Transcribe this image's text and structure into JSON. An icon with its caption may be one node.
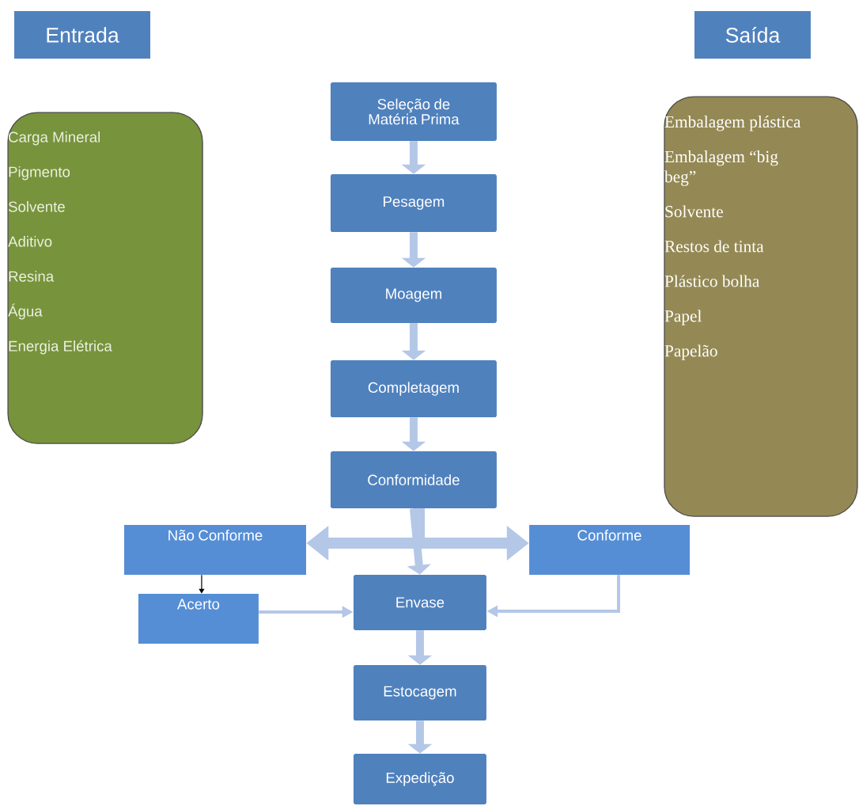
{
  "diagram": {
    "nodes": [
      {
        "text": [
          "Entrada"
        ]
      },
      {
        "text": [
          "Saída"
        ]
      },
      {
        "text": [
          "Seleção de Matéria Prima"
        ]
      },
      {
        "text": [
          "Carga Mineral",
          "Pigmento",
          "Solvente",
          "Aditivo",
          "Resina",
          "Água",
          "Energia Elétrica"
        ]
      },
      {
        "text": [
          "Embalagem plástica",
          "Embalagem “big beg”",
          "Solvente",
          "Restos de tinta",
          "Plástico bolha",
          "Papel",
          "Papelão"
        ]
      },
      {
        "text": [
          "Pesagem"
        ]
      },
      {
        "text": [
          "Moagem"
        ]
      },
      {
        "text": [
          "Completagem"
        ]
      },
      {
        "text": [
          "Conformidade"
        ]
      },
      {
        "text": [
          "Não Conforme"
        ]
      },
      {
        "text": [
          "Conforme"
        ]
      },
      {
        "text": [
          "Acerto"
        ]
      },
      {
        "text": [
          "Envase"
        ]
      },
      {
        "text": [
          "Estocagem"
        ]
      },
      {
        "text": [
          "Expedição"
        ]
      }
    ],
    "edges": [
      {
        "from": 2,
        "to": 5,
        "arrow": "to"
      },
      {
        "from": 5,
        "to": 6,
        "arrow": "to"
      },
      {
        "from": 6,
        "to": 7,
        "arrow": "to"
      },
      {
        "from": 7,
        "to": 8,
        "arrow": "to"
      },
      {
        "from": 8,
        "to": 9,
        "arrow": "to"
      },
      {
        "from": 8,
        "to": 10,
        "arrow": "to"
      },
      {
        "from": 8,
        "to": 12,
        "arrow": "to"
      },
      {
        "from": 9,
        "to": 11,
        "arrow": "to",
        "color": "#000000"
      },
      {
        "from": 11,
        "to": 12,
        "arrow": "to"
      },
      {
        "from": 10,
        "to": 12,
        "arrow": "to"
      },
      {
        "from": 12,
        "to": 13,
        "arrow": "to"
      },
      {
        "from": 13,
        "to": 14,
        "arrow": "to"
      }
    ]
  }
}
